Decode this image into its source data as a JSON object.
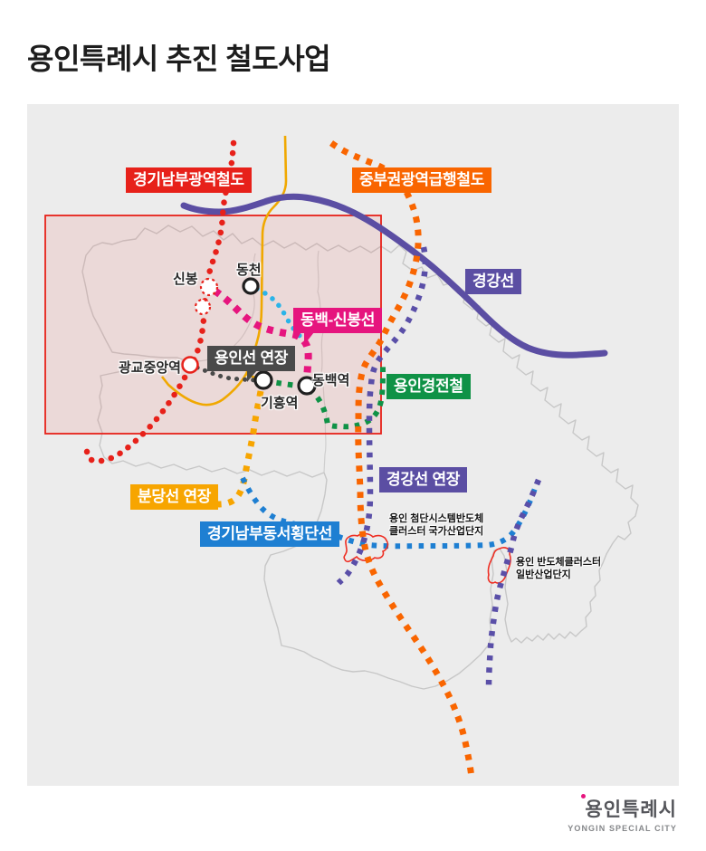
{
  "title": "용인특례시 추진 철도사업",
  "badges": {
    "gyeonggi_nambu": "경기남부광역철도",
    "jungbu": "중부권광역급행철도",
    "gyeonggang": "경강선",
    "dongbaek_sinbong": "동백-신봉선",
    "yonginseon_ext": "용인선 연장",
    "yongin_lrt": "용인경전철",
    "gyeonggang_ext": "경강선 연장",
    "bundang_ext": "분당선 연장",
    "dongseo": "경기남부동서횡단선"
  },
  "stations": {
    "sinbong": "신봉",
    "dongcheon": "동천",
    "gwanggyo": "광교중앙역",
    "giheung": "기흥역",
    "dongbaek": "동백역"
  },
  "industry": {
    "national_line1": "용인 첨단시스템반도체",
    "national_line2": "클러스터 국가산업단지",
    "general_line1": "용인 반도체클러스터",
    "general_line2": "일반산업단지"
  },
  "logo": {
    "kr": "용인특례시",
    "en": "YONGIN SPECIAL CITY"
  },
  "colors": {
    "red": "#e7211a",
    "orange": "#f96500",
    "amber": "#f7a500",
    "pink": "#e6157e",
    "purple_solid": "#5b4ea3",
    "purple_dotted": "#5a4fa8",
    "green": "#0f9246",
    "blue": "#1e7fd2",
    "cyan": "#2ab4e8",
    "dark": "#4a4a4a",
    "yellow_road": "#f0a800",
    "city_border": "#c7c7c7",
    "blob_fill": "#f8766d",
    "blob_stroke": "#ee2f24",
    "map_bg": "#ececec"
  }
}
